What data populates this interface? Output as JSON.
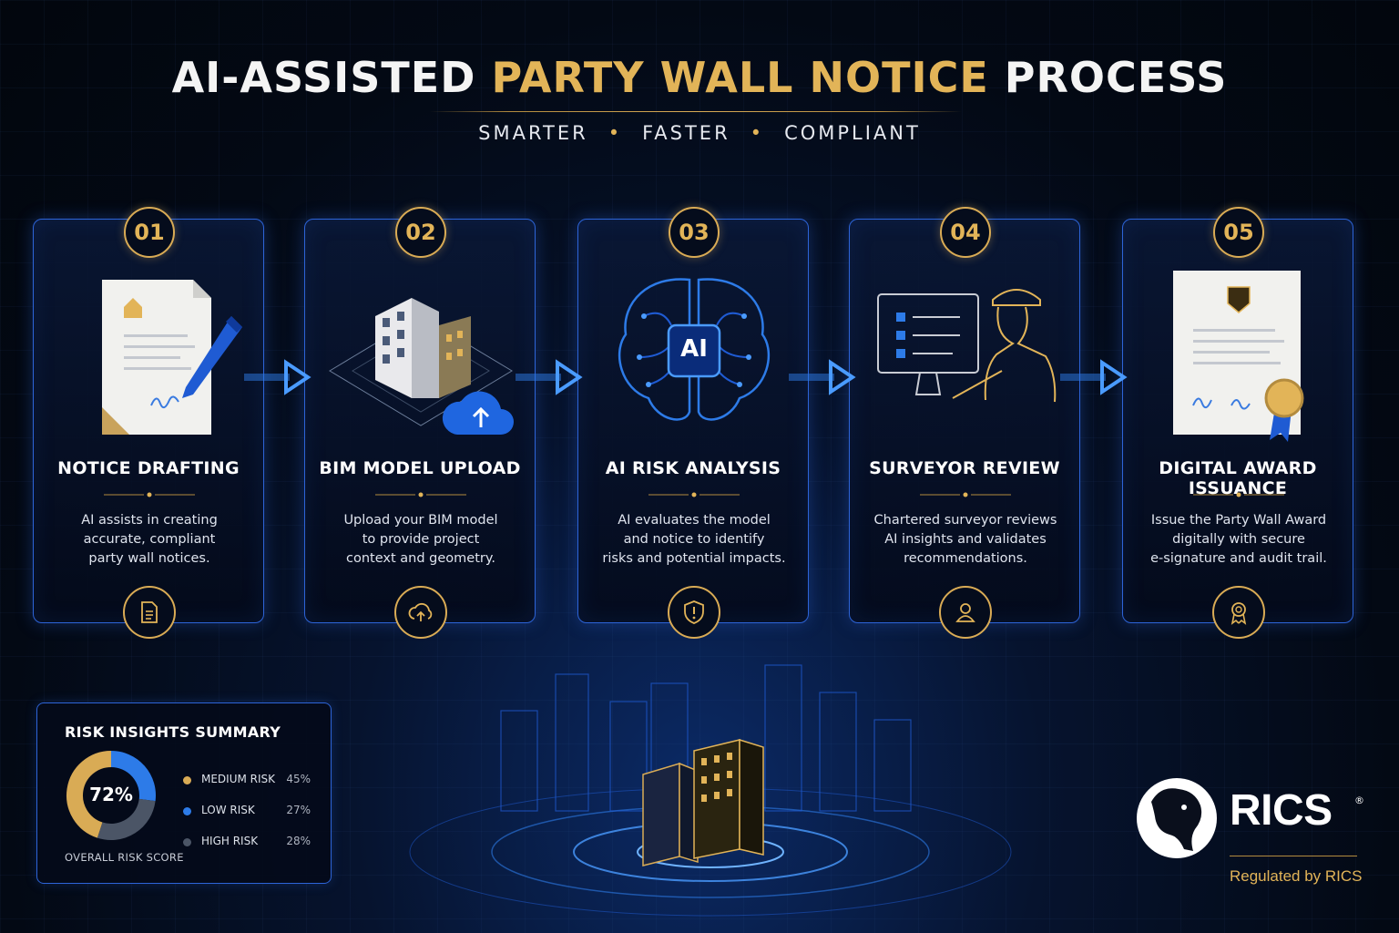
{
  "header": {
    "title_part1": "AI-ASSISTED ",
    "title_part2": "PARTY WALL NOTICE",
    "title_part3": " PROCESS",
    "tag1": "SMARTER",
    "tag2": "FASTER",
    "tag3": "COMPLIANT"
  },
  "steps": [
    {
      "num": "01",
      "title": "NOTICE DRAFTING",
      "desc": [
        "AI assists in creating",
        "accurate, compliant",
        "party wall notices."
      ],
      "icon": "document-icon"
    },
    {
      "num": "02",
      "title": "BIM MODEL UPLOAD",
      "desc": [
        "Upload your BIM model",
        "to provide project",
        "context and geometry."
      ],
      "icon": "cloud-upload-icon"
    },
    {
      "num": "03",
      "title": "AI RISK ANALYSIS",
      "desc": [
        "AI evaluates the model",
        "and notice to identify",
        "risks and potential impacts."
      ],
      "icon": "shield-alert-icon",
      "badge": "AI"
    },
    {
      "num": "04",
      "title": "SURVEYOR REVIEW",
      "desc": [
        "Chartered surveyor reviews",
        "AI insights and validates",
        "recommendations."
      ],
      "icon": "user-icon"
    },
    {
      "num": "05",
      "title": "DIGITAL AWARD ISSUANCE",
      "desc": [
        "Issue the Party Wall Award",
        "digitally with secure",
        "e-signature and audit trail."
      ],
      "icon": "award-icon"
    }
  ],
  "risk": {
    "title": "RISK INSIGHTS SUMMARY",
    "score": "72%",
    "score_label": "OVERALL RISK SCORE",
    "items": [
      {
        "label": "MEDIUM RISK",
        "pct": "45%",
        "value": 45,
        "color": "#d9ab55"
      },
      {
        "label": "LOW RISK",
        "pct": "27%",
        "value": 27,
        "color": "#2d7be8"
      },
      {
        "label": "HIGH RISK",
        "pct": "28%",
        "value": 28,
        "color": "#4b5566"
      }
    ]
  },
  "brand": {
    "name": "RICS",
    "reg_mark": "®",
    "tagline": "Regulated by RICS"
  },
  "colors": {
    "gold": "#e2b458",
    "blue": "#2d64d8",
    "bg": "#030914"
  }
}
